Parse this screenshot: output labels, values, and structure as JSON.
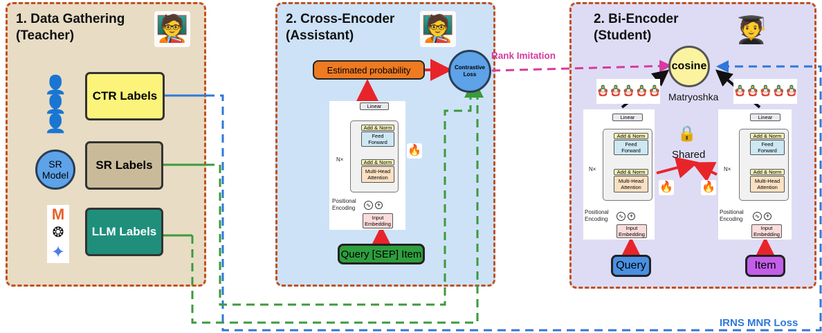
{
  "panels": {
    "teacher": {
      "title": "1. Data Gathering\n(Teacher)",
      "avatar_icon": "teacher-icon"
    },
    "assistant": {
      "title": "2. Cross-Encoder\n(Assistant)",
      "avatar_icon": "teacher-icon"
    },
    "student": {
      "title": "2. Bi-Encoder\n(Student)",
      "avatar_icon": "student-icon"
    }
  },
  "labels": {
    "ctr": "CTR Labels",
    "sr": "SR Labels",
    "llm": "LLM Labels",
    "sr_model": "SR\nModel"
  },
  "cross_encoder": {
    "estimated_probability": "Estimated probability",
    "contrastive_loss": "Contrastive\nLoss",
    "input": "Query [SEP] Item"
  },
  "bi_encoder": {
    "cosine": "cosine",
    "matryoshka": "Matryoshka",
    "shared": "Shared",
    "query": "Query",
    "item": "Item"
  },
  "transformer": {
    "linear": "Linear",
    "add_norm": "Add & Norm",
    "feed_forward": "Feed\nForward",
    "multi_head": "Multi-Head\nAttention",
    "nx": "N×",
    "positional": "Positional\nEncoding",
    "input_embedding": "Input\nEmbedding"
  },
  "arrows": {
    "rank_imitation": "Rank Imitation",
    "irns_loss": "IRNS MNR Loss"
  },
  "colors": {
    "panel_border": "#c0501f",
    "ctr_box": "#fbf37a",
    "sr_box": "#c9bb9a",
    "llm_box": "#1f8f7c",
    "sr_model": "#5ea2e8",
    "estimated_box": "#ee7a22",
    "contrastive": "#5ea2e8",
    "input_box": "#2e9e3e",
    "cosine": "#fbf3a0",
    "query_box": "#4a90e2",
    "item_box": "#c35ee8",
    "ctr_line": "#2e78d8",
    "sr_line": "#3c9a3c",
    "rank_imitation": "#d63aa0",
    "irns": "#2e78d8",
    "arrow_red": "#e8242b"
  }
}
